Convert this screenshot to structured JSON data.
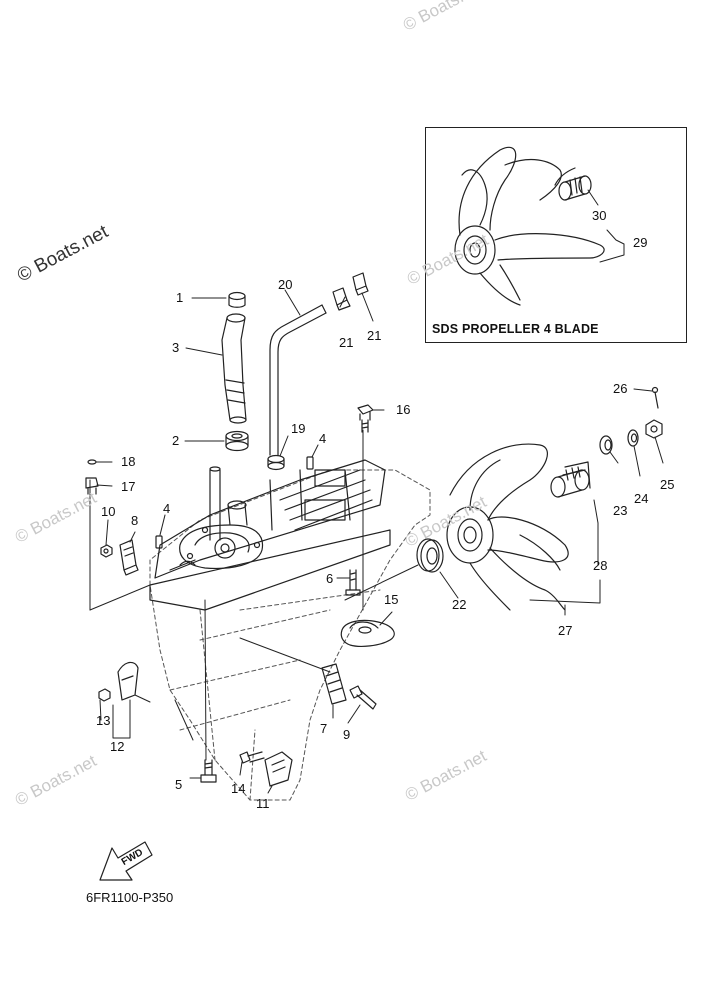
{
  "watermarks": {
    "main": "© Boats.net",
    "faint": "© Boats.net"
  },
  "inset": {
    "title": "SDS PROPELLER 4 BLADE"
  },
  "diagram_code": "6FR1100-P350",
  "fwd_label": "FWD",
  "callouts": {
    "c1": "1",
    "c2": "2",
    "c3": "3",
    "c4a": "4",
    "c4b": "4",
    "c5": "5",
    "c6": "6",
    "c7": "7",
    "c8": "8",
    "c9": "9",
    "c10": "10",
    "c11": "11",
    "c12": "12",
    "c13": "13",
    "c14": "14",
    "c15": "15",
    "c16": "16",
    "c17": "17",
    "c18": "18",
    "c19": "19",
    "c20": "20",
    "c21a": "21",
    "c21b": "21",
    "c22": "22",
    "c23": "23",
    "c24": "24",
    "c25": "25",
    "c26": "26",
    "c27": "27",
    "c28": "28",
    "c29": "29",
    "c30": "30"
  },
  "colors": {
    "line": "#222222",
    "ghost": "#9a9a9a",
    "watermark": "#c8c8c8"
  }
}
